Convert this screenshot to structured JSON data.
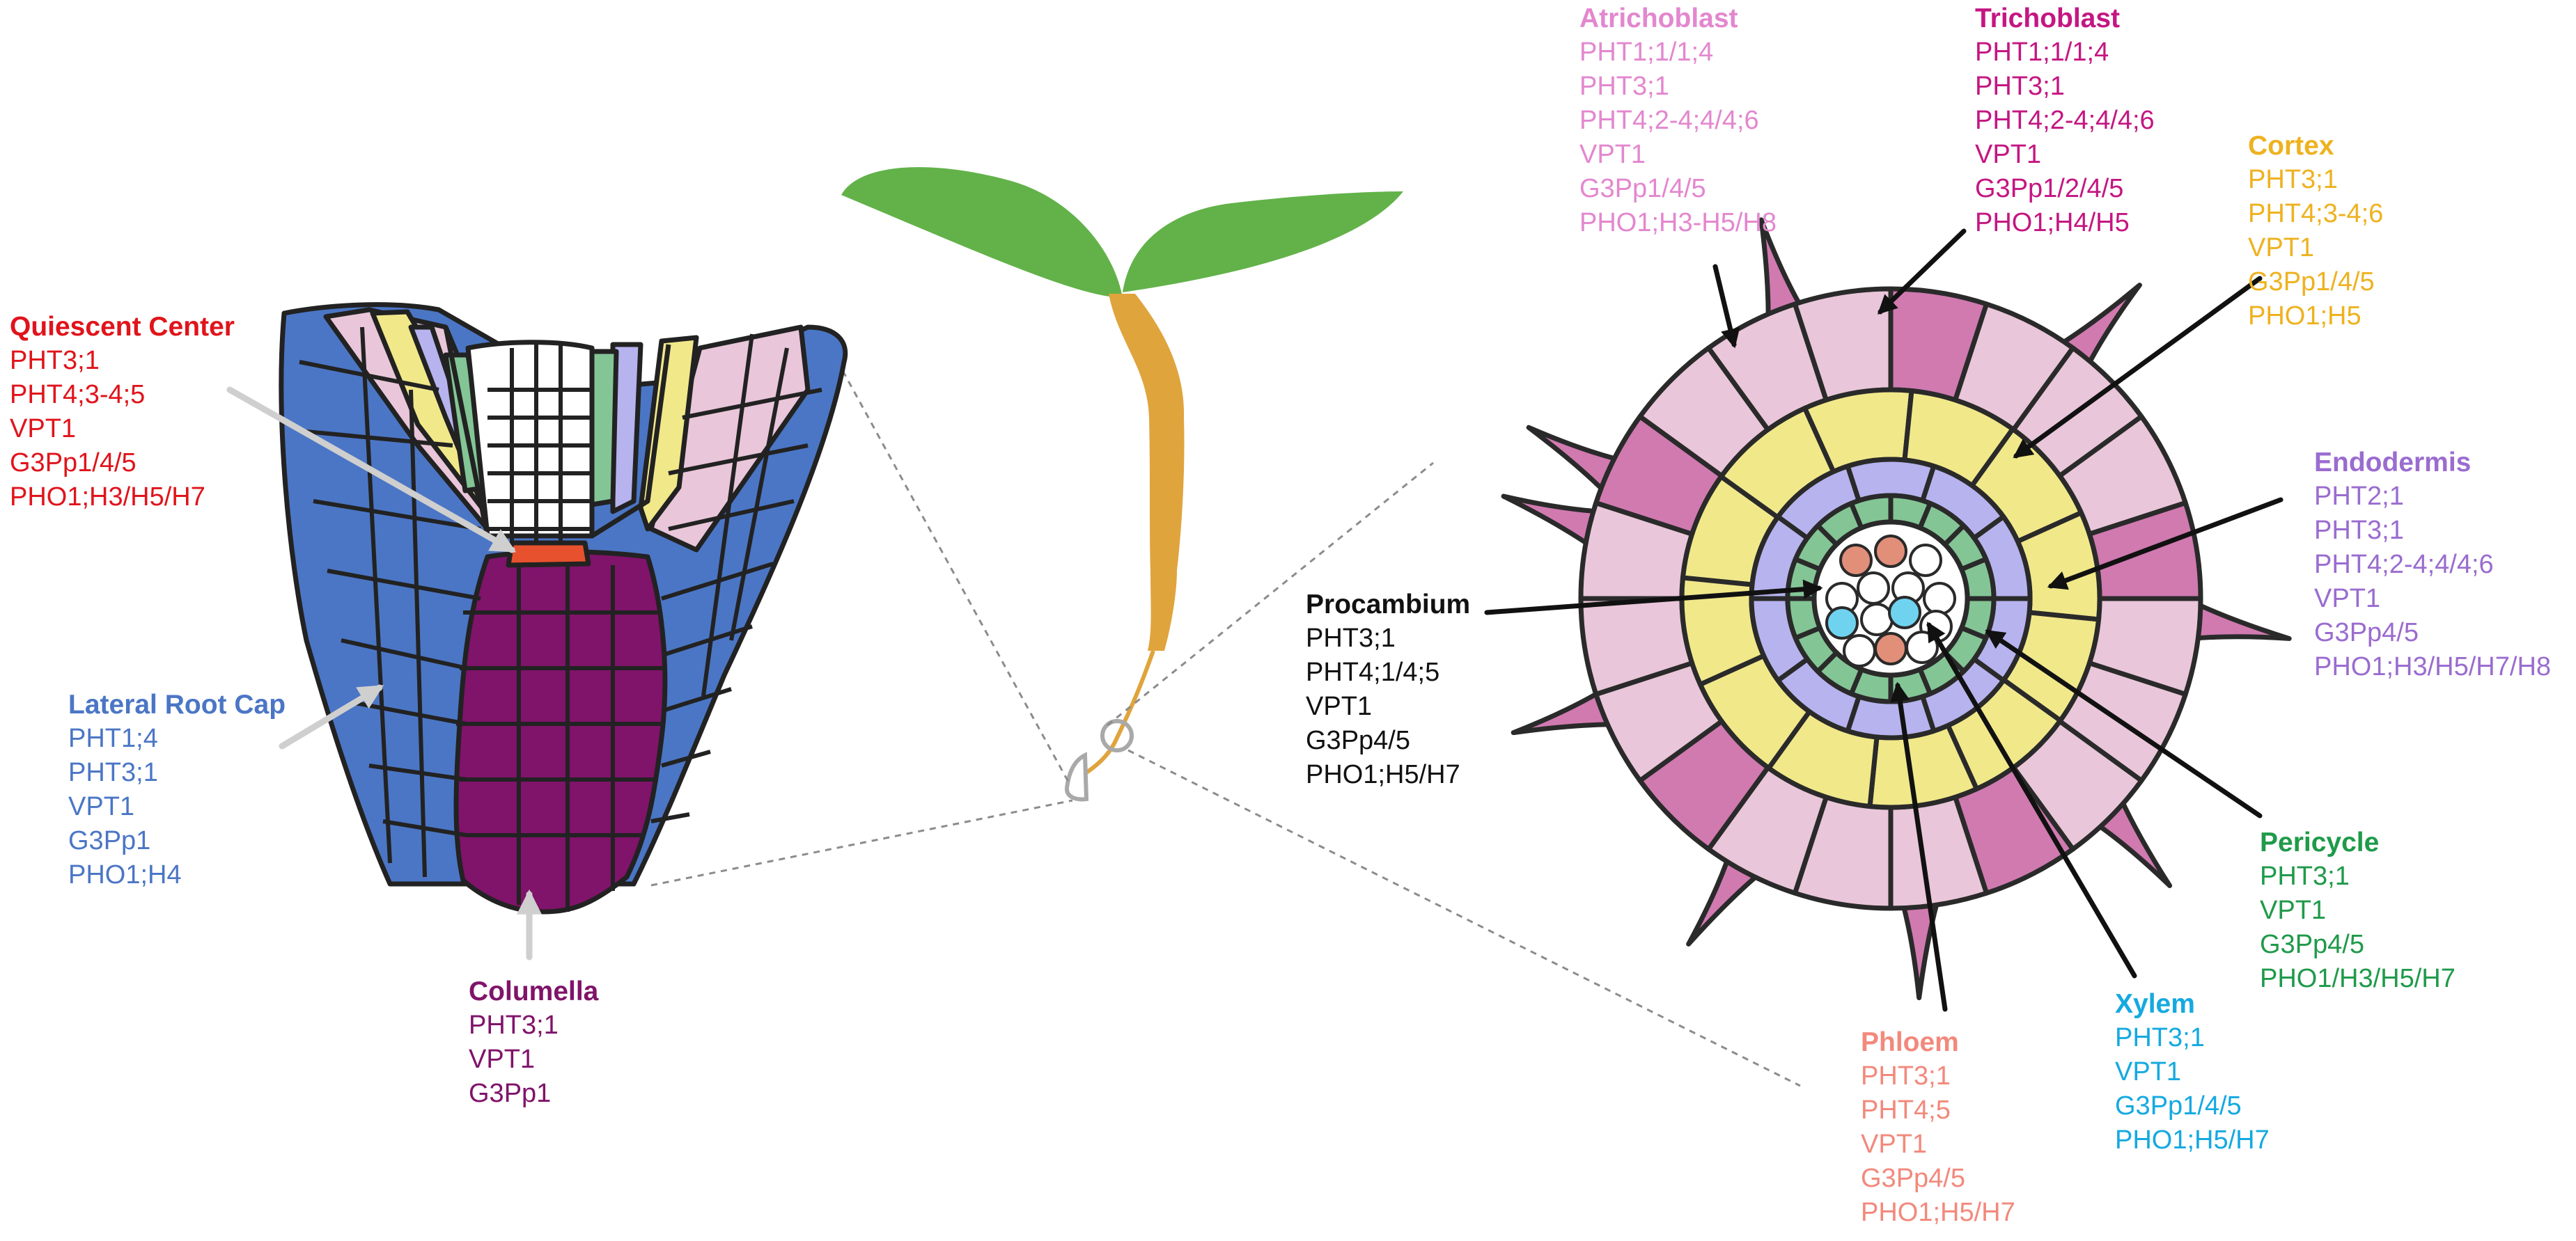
{
  "colors": {
    "quiescent": "#e0141b",
    "lateral_root_cap": "#4b76c5",
    "columella": "#80136a",
    "atrichoblast": "#e387cf",
    "trichoblast": "#c41682",
    "cortex": "#eeb21f",
    "endodermis": "#9a6ccf",
    "procambium": "#111111",
    "pericycle": "#1f9a4a",
    "xylem": "#15a9e0",
    "phloem": "#f2897c"
  },
  "labels": {
    "quiescent_center": {
      "title": "Quiescent Center",
      "genes": [
        "PHT3;1",
        "PHT4;3-4;5",
        "VPT1",
        "G3Pp1/4/5",
        "PHO1;H3/H5/H7"
      ]
    },
    "lateral_root_cap": {
      "title": "Lateral Root Cap",
      "genes": [
        "PHT1;4",
        "PHT3;1",
        "VPT1",
        "G3Pp1",
        "PHO1;H4"
      ]
    },
    "columella": {
      "title": "Columella",
      "genes": [
        "PHT3;1",
        "VPT1",
        "G3Pp1"
      ]
    },
    "atrichoblast": {
      "title": "Atrichoblast",
      "genes": [
        "PHT1;1/1;4",
        "PHT3;1",
        "PHT4;2-4;4/4;6",
        "VPT1",
        "G3Pp1/4/5",
        "PHO1;H3-H5/H8"
      ]
    },
    "trichoblast": {
      "title": "Trichoblast",
      "genes": [
        "PHT1;1/1;4",
        "PHT3;1",
        "PHT4;2-4;4/4;6",
        "VPT1",
        "G3Pp1/2/4/5",
        "PHO1;H4/H5"
      ]
    },
    "cortex": {
      "title": "Cortex",
      "genes": [
        "PHT3;1",
        "PHT4;3-4;6",
        "VPT1",
        "G3Pp1/4/5",
        "PHO1;H5"
      ]
    },
    "endodermis": {
      "title": "Endodermis",
      "genes": [
        "PHT2;1",
        "PHT3;1",
        "PHT4;2-4;4/4;6",
        "VPT1",
        "G3Pp4/5",
        "PHO1;H3/H5/H7/H8"
      ]
    },
    "procambium": {
      "title": "Procambium",
      "genes": [
        "PHT3;1",
        "PHT4;1/4;5",
        "VPT1",
        "G3Pp4/5",
        "PHO1;H5/H7"
      ]
    },
    "pericycle": {
      "title": "Pericycle",
      "genes": [
        "PHT3;1",
        "VPT1",
        "G3Pp4/5",
        "PHO1/H3/H5/H7"
      ]
    },
    "xylem": {
      "title": "Xylem",
      "genes": [
        "PHT3;1",
        "VPT1",
        "G3Pp1/4/5",
        "PHO1;H5/H7"
      ]
    },
    "phloem": {
      "title": "Phloem",
      "genes": [
        "PHT3;1",
        "PHT4;5",
        "VPT1",
        "G3Pp4/5",
        "PHO1;H5/H7"
      ]
    }
  }
}
